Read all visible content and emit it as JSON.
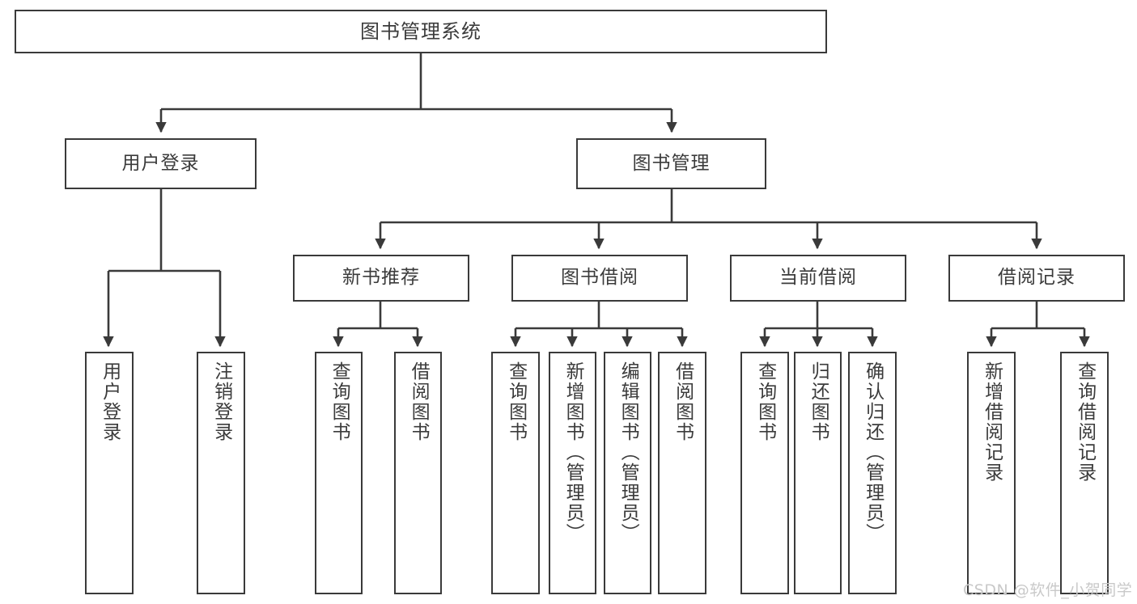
{
  "diagram": {
    "title": "图书管理系统",
    "type": "hierarchy-tree",
    "watermark": "CSDN @软件_小贺同学",
    "colors": {
      "stroke": "#3a3a3a",
      "text": "#3b3b3b",
      "background": "#ffffff",
      "watermark": "#c9c9c9"
    },
    "nodes": {
      "root": "图书管理系统",
      "level2": [
        "用户登录",
        "图书管理"
      ],
      "level3": [
        "新书推荐",
        "图书借阅",
        "当前借阅",
        "借阅记录"
      ],
      "leaves": {
        "user_login": [
          "用户登录",
          "注销登录"
        ],
        "new_book_recommend": [
          "查询图书",
          "借阅图书"
        ],
        "book_borrow": [
          "查询图书",
          "新增图书（管理员）",
          "编辑图书（管理员）",
          "借阅图书"
        ],
        "current_borrow": [
          "查询图书",
          "归还图书",
          "确认归还（管理员）"
        ],
        "borrow_records": [
          "新增借阅记录",
          "查询借阅记录"
        ]
      }
    }
  }
}
